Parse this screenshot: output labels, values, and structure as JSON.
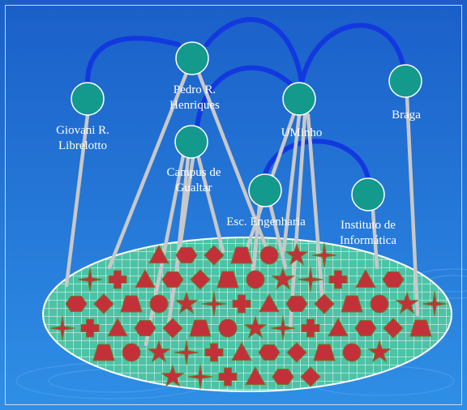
{
  "background": {
    "gradient_top": "#1a5fc8",
    "gradient_bottom": "#2f8fe6",
    "frame_color": "#c9d9f2"
  },
  "palette": {
    "arc": "#1238e0",
    "link": "#c8c8c8",
    "node_fill": "#149a8c",
    "node_stroke": "#ffffff",
    "ellipse_fill": "#4cc3a6",
    "shape_fill": "#c4303a",
    "shape_stroke": "#6b7d2a"
  },
  "nodes": [
    {
      "id": "pedro",
      "lines": [
        "Pedro R.",
        "Henriques"
      ]
    },
    {
      "id": "giovani",
      "lines": [
        "Giovani R.",
        "Librelotto"
      ]
    },
    {
      "id": "uminho",
      "lines": [
        "UMinho"
      ]
    },
    {
      "id": "braga",
      "lines": [
        "Braga"
      ]
    },
    {
      "id": "campus",
      "lines": [
        "Campus de",
        "Gualtar"
      ]
    },
    {
      "id": "esc",
      "lines": [
        "Esc. Engenharia"
      ]
    },
    {
      "id": "inst",
      "lines": [
        "Instituto de",
        "Informática"
      ]
    }
  ],
  "shape_types": [
    "triangle",
    "star",
    "diamond",
    "cross",
    "circle",
    "hexagon",
    "sparkle",
    "trapezoid"
  ]
}
